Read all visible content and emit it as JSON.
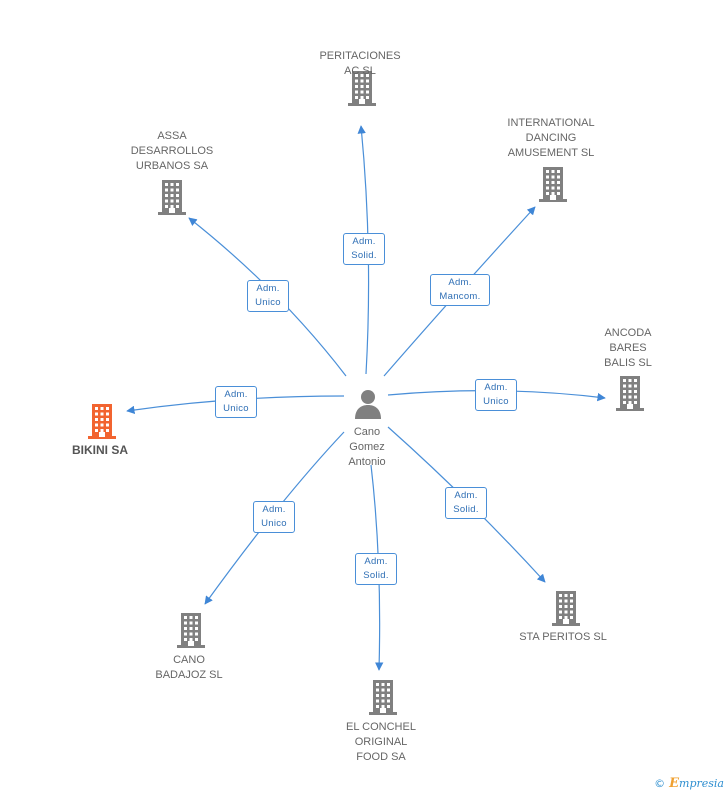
{
  "colors": {
    "building": "#808080",
    "highlight": "#f26430",
    "edge": "#4a8fd8",
    "person": "#808080"
  },
  "center": {
    "name_lines": [
      "Cano",
      "Gomez",
      "Antonio"
    ],
    "icon": "person-icon"
  },
  "nodes": [
    {
      "id": "peritaciones",
      "lines": [
        "PERITACIONES",
        "AC SL"
      ],
      "icon": "building-icon",
      "highlight": false
    },
    {
      "id": "international",
      "lines": [
        "INTERNATIONAL",
        "DANCING",
        "AMUSEMENT SL"
      ],
      "icon": "building-icon",
      "highlight": false
    },
    {
      "id": "assa",
      "lines": [
        "ASSA",
        "DESARROLLOS",
        "URBANOS SA"
      ],
      "icon": "building-icon",
      "highlight": false
    },
    {
      "id": "ancoda",
      "lines": [
        "ANCODA",
        "BARES",
        "BALIS SL"
      ],
      "icon": "building-icon",
      "highlight": false
    },
    {
      "id": "bikini",
      "lines": [
        "BIKINI SA"
      ],
      "icon": "building-icon",
      "highlight": true
    },
    {
      "id": "sta",
      "lines": [
        "STA PERITOS SL"
      ],
      "icon": "building-icon",
      "highlight": false
    },
    {
      "id": "cano_badajoz",
      "lines": [
        "CANO",
        "BADAJOZ SL"
      ],
      "icon": "building-icon",
      "highlight": false
    },
    {
      "id": "conchel",
      "lines": [
        "EL CONCHEL",
        "ORIGINAL",
        "FOOD SA"
      ],
      "icon": "building-icon",
      "highlight": false
    }
  ],
  "edges": [
    {
      "target": "peritaciones",
      "label_lines": [
        "Adm.",
        "Solid."
      ]
    },
    {
      "target": "international",
      "label_lines": [
        "Adm.",
        "Mancom."
      ]
    },
    {
      "target": "assa",
      "label_lines": [
        "Adm.",
        "Unico"
      ]
    },
    {
      "target": "ancoda",
      "label_lines": [
        "Adm.",
        "Unico"
      ]
    },
    {
      "target": "bikini",
      "label_lines": [
        "Adm.",
        "Unico"
      ]
    },
    {
      "target": "sta",
      "label_lines": [
        "Adm.",
        "Solid."
      ]
    },
    {
      "target": "cano_badajoz",
      "label_lines": [
        "Adm.",
        "Unico"
      ]
    },
    {
      "target": "conchel",
      "label_lines": [
        "Adm.",
        "Solid."
      ]
    }
  ],
  "footer": {
    "copyright": "©",
    "brand_initial": "E",
    "brand_rest": "mpresia"
  }
}
